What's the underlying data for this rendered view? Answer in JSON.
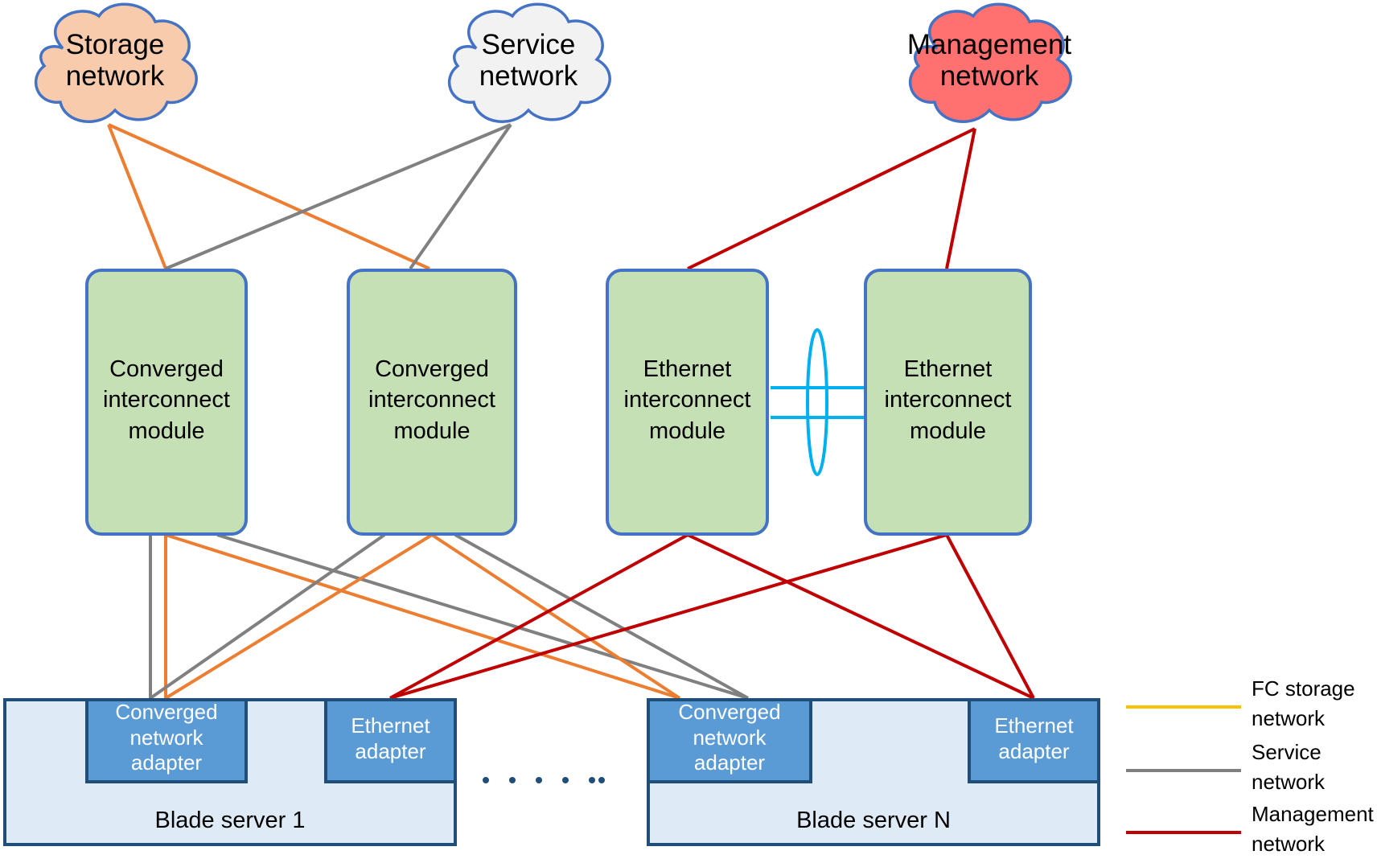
{
  "clouds": {
    "storage": {
      "label": "Storage\nnetwork",
      "fill": "#F8CBAD"
    },
    "service": {
      "label": "Service\nnetwork",
      "fill": "#F2F2F2"
    },
    "management": {
      "label": "Management\nnetwork",
      "fill": "#FF7171"
    }
  },
  "modules": {
    "converged_1": {
      "label": "Converged\ninterconnect\nmodule"
    },
    "converged_2": {
      "label": "Converged\ninterconnect\nmodule"
    },
    "ethernet_1": {
      "label": "Ethernet\ninterconnect\nmodule"
    },
    "ethernet_2": {
      "label": "Ethernet\ninterconnect\nmodule"
    }
  },
  "blades": {
    "blade_1": {
      "label": "Blade server 1",
      "cna_label": "Converged\nnetwork\nadapter",
      "eth_label": "Ethernet\nadapter"
    },
    "blade_n": {
      "label": "Blade server N",
      "cna_label": "Converged\nnetwork\nadapter",
      "eth_label": "Ethernet\nadapter"
    }
  },
  "legend": [
    {
      "label": "FC storage\nnetwork",
      "color": "#FFC000"
    },
    {
      "label": "Service\nnetwork",
      "color": "#808080"
    },
    {
      "label": "Management\nnetwork",
      "color": "#C00000"
    }
  ],
  "colors": {
    "storage_link": "#ED7D31",
    "service_link": "#808080",
    "management_link": "#C00000",
    "stack_link": "#00B0F0",
    "module_fill": "#C5E0B4",
    "module_border": "#4472C4",
    "blade_fill": "#DEEBF7",
    "adapter_fill": "#5B9BD5",
    "border_dark": "#1F4E79"
  },
  "icons": {
    "ellipsis": "ellipsis-dots-icon",
    "stack": "stack-link-ellipse-icon"
  }
}
